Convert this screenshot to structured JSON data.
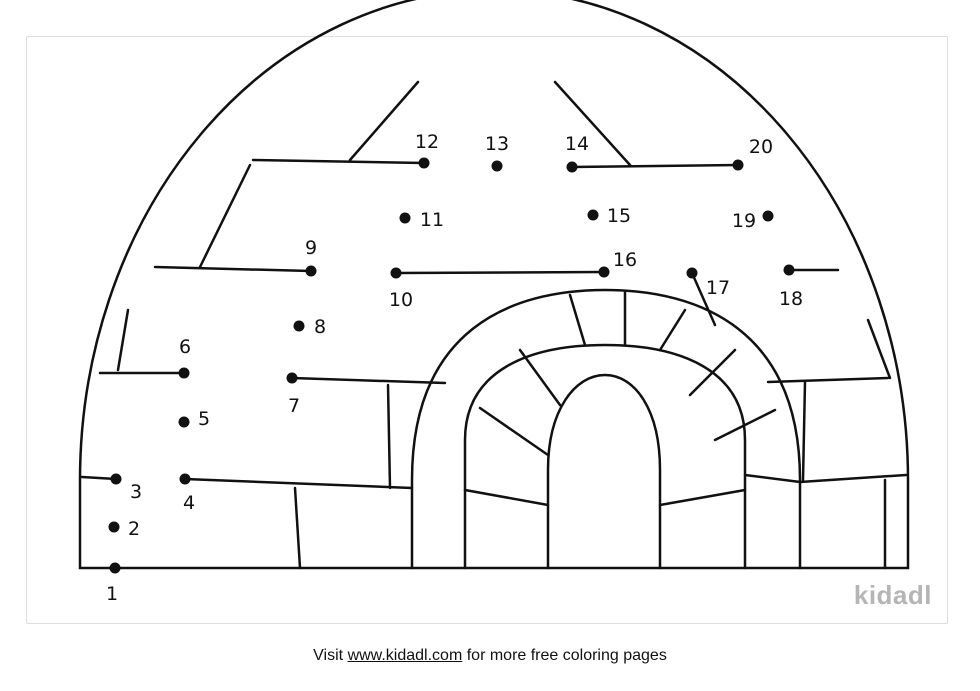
{
  "worksheet": {
    "dot_labels": [
      "1",
      "2",
      "3",
      "4",
      "5",
      "6",
      "7",
      "8",
      "9",
      "10",
      "11",
      "12",
      "13",
      "14",
      "15",
      "16",
      "17",
      "18",
      "19",
      "20"
    ]
  },
  "logo": "kidadl",
  "footer": {
    "prefix": "Visit",
    "link": "www.kidadl.com",
    "suffix": "for more free coloring pages"
  }
}
